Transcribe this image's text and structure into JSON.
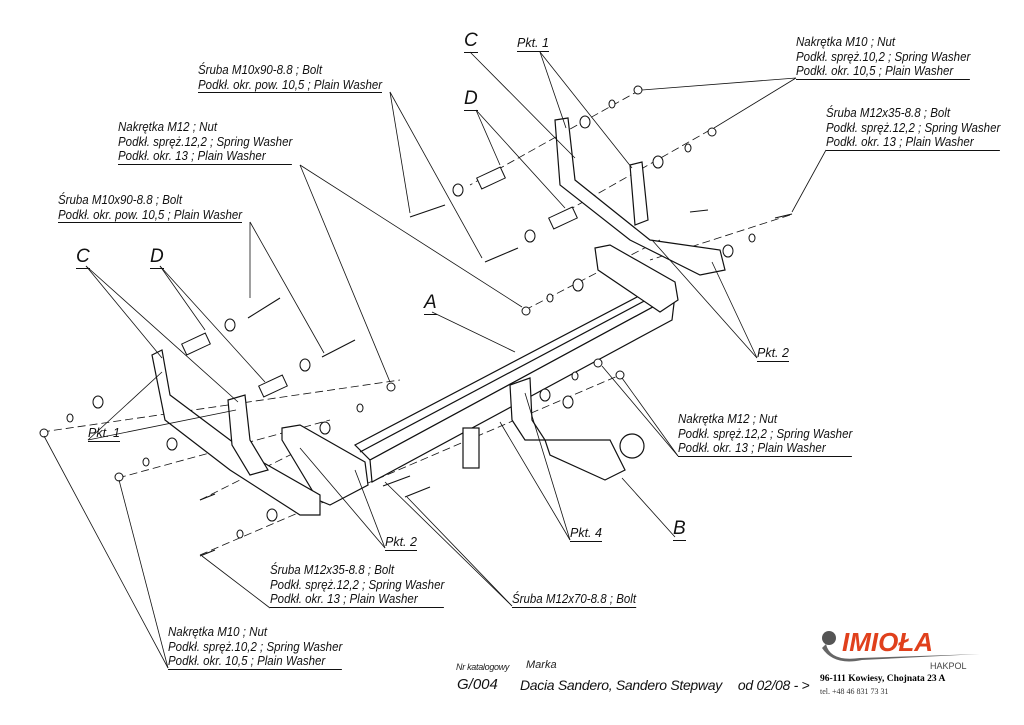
{
  "labels": {
    "bolt_m10_top": [
      "Śruba M10x90-8.8 ;  Bolt",
      "Podkł. okr. pow. 10,5 ; Plain Washer"
    ],
    "nut_m12_left": [
      "Nakrętka  M12 ; Nut",
      "Podkł. spręż.12,2 ; Spring Washer",
      "Podkł. okr. 13 ; Plain Washer"
    ],
    "bolt_m10_left": [
      "Śruba M10x90-8.8 ;  Bolt",
      "Podkł. okr. pow. 10,5 ; Plain Washer"
    ],
    "nut_m10_top_right": [
      "Nakrętka  M10 ; Nut",
      "Podkł. spręż.10,2 ; Spring Washer",
      "Podkł. okr. 10,5 ; Plain Washer"
    ],
    "bolt_m12x35_top_right": [
      "Śruba M12x35-8.8 ;  Bolt",
      "Podkł. spręż.12,2 ; Spring Washer",
      "Podkł. okr. 13 ; Plain Washer"
    ],
    "nut_m12_right": [
      "Nakrętka  M12 ; Nut",
      "Podkł. spręż.12,2 ; Spring Washer",
      "Podkł. okr. 13 ; Plain Washer"
    ],
    "bolt_m12x35_bottom": [
      "Śruba M12x35-8.8 ;  Bolt",
      "Podkł. spręż.12,2 ; Spring Washer",
      "Podkł. okr. 13 ; Plain Washer"
    ],
    "bolt_m12x70": [
      "Śruba M12x70-8.8 ;  Bolt"
    ],
    "nut_m10_bottom": [
      "Nakrętka  M10 ; Nut",
      "Podkł. spręż.10,2 ; Spring Washer",
      "Podkł. okr. 10,5 ; Plain Washer"
    ]
  },
  "part_letters": {
    "a": "A",
    "b": "B",
    "c": "C",
    "d": "D"
  },
  "points": {
    "pkt1": "Pkt. 1",
    "pkt2": "Pkt. 2",
    "pkt4": "Pkt. 4"
  },
  "title_block": {
    "catalog_label": "Nr katalogowy",
    "brand_label": "Marka",
    "catalog_no": "G/004",
    "model": "Dacia Sandero, Sandero Stepway",
    "date": "od  02/08 - >"
  },
  "company": {
    "logo_text": "IMIOŁA",
    "logo_sub": "HAKPOL",
    "address": "96-111 Kowiesy, Chojnata 23 A",
    "phone": "tel. +48 46 831 73 31"
  },
  "colors": {
    "logo_red": "#e0401c",
    "logo_gray": "#555555"
  }
}
